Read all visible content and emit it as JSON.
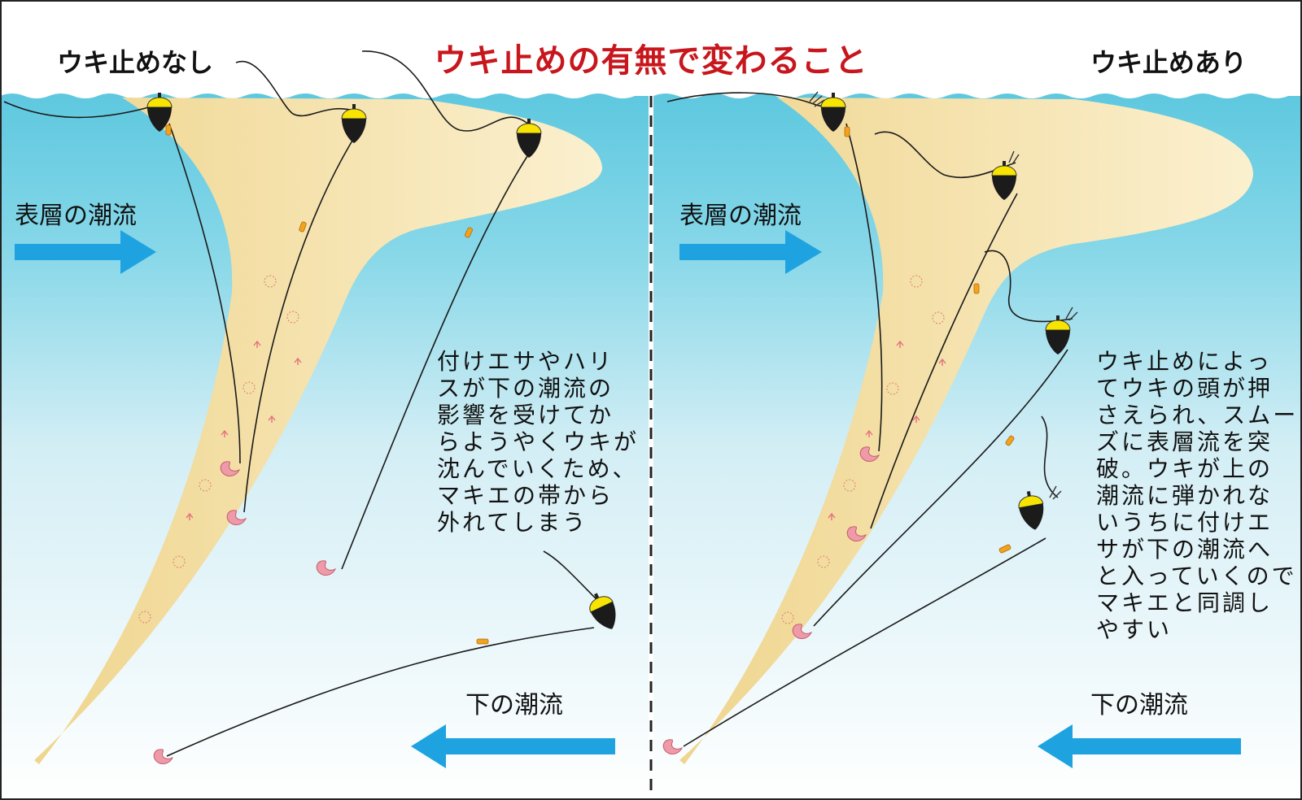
{
  "title": "ウキ止めの有無で変わること",
  "colors": {
    "title": "#c8161d",
    "water_top": "#5ec8df",
    "water_bottom": "#ffffff",
    "chum_band": "#f3dfa3",
    "arrow": "#1fa3e0",
    "float_top": "#f7e400",
    "float_body": "#1b1b1b",
    "bait": "#ef9aa8",
    "line": "#1a1a1a"
  },
  "left": {
    "heading": "ウキ止めなし",
    "surface_current": "表層の潮流",
    "bottom_current": "下の潮流",
    "note_lines": [
      "付けエサやハリ",
      "スが下の潮流の",
      "影響を受けてか",
      "らようやくウキが",
      "沈んでいくため、",
      "マキエの帯から",
      "外れてしまう"
    ]
  },
  "right": {
    "heading": "ウキ止めあり",
    "surface_current": "表層の潮流",
    "bottom_current": "下の潮流",
    "note_lines": [
      "ウキ止めによっ",
      "てウキの頭が押",
      "さえられ、スムー",
      "ズに表層流を突",
      "破。ウキが上の",
      "潮流に弾かれな",
      "いうちに付けエ",
      "サが下の潮流へ",
      "と入っていくので",
      "マキエと同調し",
      "やすい"
    ]
  }
}
